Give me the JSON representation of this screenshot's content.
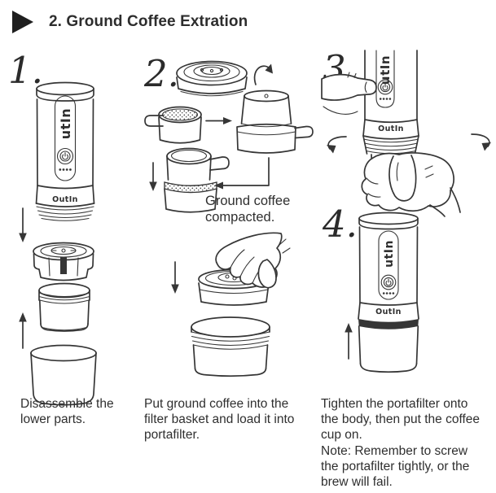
{
  "header": {
    "title": "2. Ground Coffee Extration"
  },
  "brand": {
    "vertical_logo": "utIn",
    "band_logo": "OutIn"
  },
  "steps": {
    "s1": {
      "number": "1.",
      "caption": "Disassemble the\nlower parts."
    },
    "s2": {
      "number": "2.",
      "caption": "Put ground coffee into the\nfilter basket and load it into\nportafilter.",
      "annotation": "Ground coffee\ncompacted."
    },
    "s3": {
      "number": "3."
    },
    "s4": {
      "number": "4."
    }
  },
  "captions": {
    "step34": "Tighten the portafilter onto\nthe body, then put the coffee\ncup on.\nNote: Remember to screw\nthe portafilter tightly, or the\nbrew will fail."
  },
  "colors": {
    "ink": "#363636",
    "text": "#2f2f2f"
  }
}
